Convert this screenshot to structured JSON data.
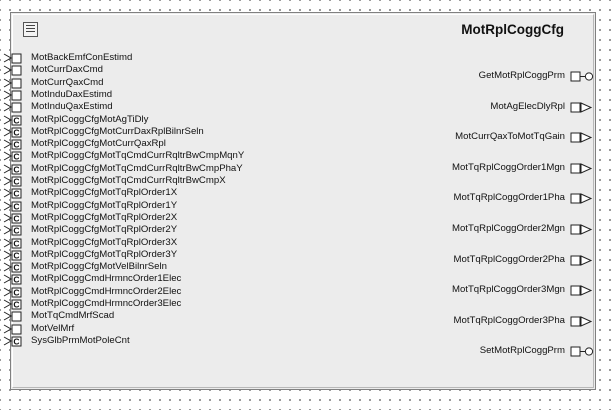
{
  "block": {
    "title": "MotRplCoggCfg",
    "icon": "component-icon"
  },
  "inputs": [
    {
      "label": "MotBackEmfConEstimd",
      "type": "data"
    },
    {
      "label": "MotCurrDaxCmd",
      "type": "data"
    },
    {
      "label": "MotCurrQaxCmd",
      "type": "data"
    },
    {
      "label": "MotInduDaxEstimd",
      "type": "data"
    },
    {
      "label": "MotInduQaxEstimd",
      "type": "data"
    },
    {
      "label": "MotRplCoggCfgMotAgTiDly",
      "type": "calibration"
    },
    {
      "label": "MotRplCoggCfgMotCurrDaxRplBilnrSeln",
      "type": "calibration"
    },
    {
      "label": "MotRplCoggCfgMotCurrQaxRpl",
      "type": "calibration"
    },
    {
      "label": "MotRplCoggCfgMotTqCmdCurrRqltrBwCmpMqnY",
      "type": "calibration"
    },
    {
      "label": "MotRplCoggCfgMotTqCmdCurrRqltrBwCmpPhaY",
      "type": "calibration"
    },
    {
      "label": "MotRplCoggCfgMotTqCmdCurrRqltrBwCmpX",
      "type": "calibration"
    },
    {
      "label": "MotRplCoggCfgMotTqRplOrder1X",
      "type": "calibration"
    },
    {
      "label": "MotRplCoggCfgMotTqRplOrder1Y",
      "type": "calibration"
    },
    {
      "label": "MotRplCoggCfgMotTqRplOrder2X",
      "type": "calibration"
    },
    {
      "label": "MotRplCoggCfgMotTqRplOrder2Y",
      "type": "calibration"
    },
    {
      "label": "MotRplCoggCfgMotTqRplOrder3X",
      "type": "calibration"
    },
    {
      "label": "MotRplCoggCfgMotTqRplOrder3Y",
      "type": "calibration"
    },
    {
      "label": "MotRplCoggCfgMotVelBilnrSeln",
      "type": "calibration"
    },
    {
      "label": "MotRplCoggCmdHrmncOrder1Elec",
      "type": "calibration"
    },
    {
      "label": "MotRplCoggCmdHrmncOrder2Elec",
      "type": "calibration"
    },
    {
      "label": "MotRplCoggCmdHrmncOrder3Elec",
      "type": "calibration"
    },
    {
      "label": "MotTqCmdMrfScad",
      "type": "data"
    },
    {
      "label": "MotVelMrf",
      "type": "data"
    },
    {
      "label": "SysGlbPrmMotPoleCnt",
      "type": "calibration"
    }
  ],
  "outputs": [
    {
      "label": "GetMotRplCoggPrm",
      "type": "server"
    },
    {
      "label": "MotAgElecDlyRpl",
      "type": "data"
    },
    {
      "label": "MotCurrQaxToMotTqGain",
      "type": "data"
    },
    {
      "label": "MotTqRplCoggOrder1Mgn",
      "type": "data"
    },
    {
      "label": "MotTqRplCoggOrder1Pha",
      "type": "data"
    },
    {
      "label": "MotTqRplCoggOrder2Mgn",
      "type": "data"
    },
    {
      "label": "MotTqRplCoggOrder2Pha",
      "type": "data"
    },
    {
      "label": "MotTqRplCoggOrder3Mgn",
      "type": "data"
    },
    {
      "label": "MotTqRplCoggOrder3Pha",
      "type": "data"
    },
    {
      "label": "SetMotRplCoggPrm",
      "type": "server"
    }
  ],
  "symbols": {
    "calibration_letter": "C"
  }
}
